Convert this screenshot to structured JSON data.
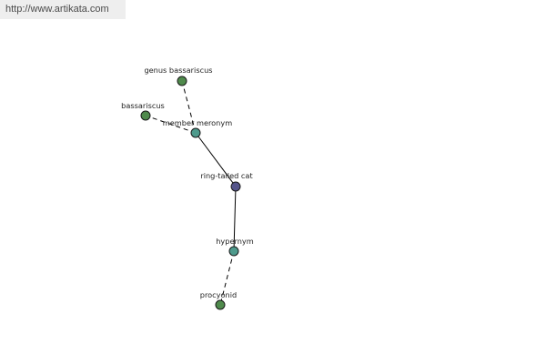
{
  "site": {
    "url": "http://www.artikata.com"
  },
  "colors": {
    "lemma_node": "#54548a",
    "relation_node": "#4e9a8c",
    "term_node": "#4f8a4c",
    "node_stroke": "#1a1a1a",
    "edge": "#000000"
  },
  "graph": {
    "center": {
      "label": "ring-tailed cat",
      "icon": "lemma-node-icon"
    },
    "relations": [
      {
        "label": "member meronym",
        "icon": "relation-node-icon",
        "terms": [
          {
            "label": "genus bassariscus",
            "icon": "term-node-icon"
          },
          {
            "label": "bassariscus",
            "icon": "term-node-icon"
          }
        ]
      },
      {
        "label": "hypernym",
        "icon": "relation-node-icon",
        "terms": [
          {
            "label": "procyonid",
            "icon": "term-node-icon"
          }
        ]
      }
    ]
  }
}
